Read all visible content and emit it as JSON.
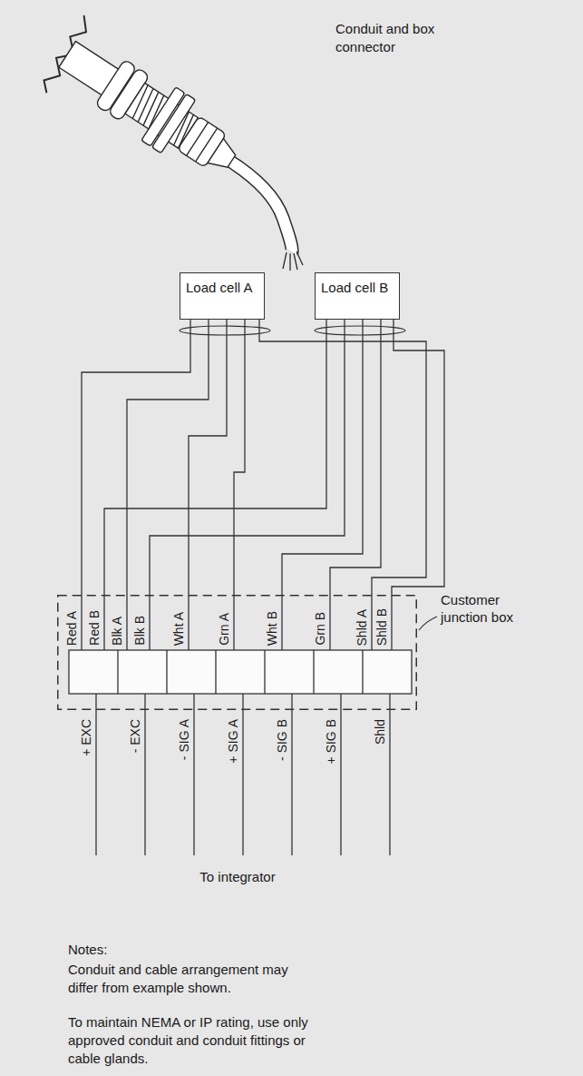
{
  "diagram": {
    "nodes": [
      {
        "text": [
          "Load cell A"
        ]
      },
      {
        "text": [
          "Load cell B"
        ]
      },
      {
        "text": [
          "Customer junction box"
        ]
      }
    ],
    "edges": [
      {
        "from": 0,
        "to": 2,
        "arrow": "none"
      },
      {
        "from": 1,
        "to": 2,
        "arrow": "none"
      },
      {
        "from": 0,
        "to": 2,
        "arrow": "none"
      },
      {
        "from": 1,
        "to": 2,
        "arrow": "none"
      },
      {
        "from": 0,
        "to": 2,
        "arrow": "none"
      },
      {
        "from": 0,
        "to": 2,
        "arrow": "none"
      },
      {
        "from": 1,
        "to": 2,
        "arrow": "none"
      },
      {
        "from": 1,
        "to": 2,
        "arrow": "none"
      },
      {
        "from": 0,
        "to": 2,
        "arrow": "none"
      },
      {
        "from": 1,
        "to": 2,
        "arrow": "none"
      }
    ],
    "labels": [
      "Conduit and box connector",
      "Red A",
      "Red B",
      "Blk A",
      "Blk B",
      "Wht A",
      "Grn A",
      "Wht B",
      "Grn B",
      "Shld A",
      "Shld B",
      "+ EXC",
      "- EXC",
      "- SIG A",
      "+ SIG A",
      "- SIG B",
      "+ SIG B",
      "Shld",
      "To integrator",
      "Notes:",
      "Conduit and cable arrangement may differ from example shown.",
      "To maintain NEMA or IP rating, use only approved conduit and conduit fittings or cable glands."
    ]
  }
}
